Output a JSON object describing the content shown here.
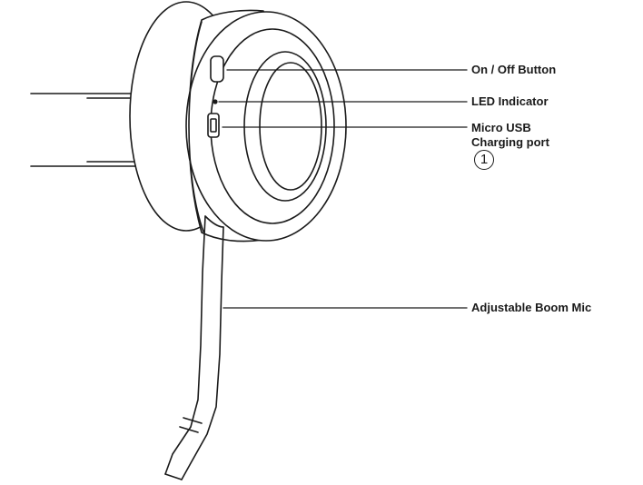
{
  "labels": {
    "on_off_button": "On / Off Button",
    "led_indicator": "LED Indicator",
    "micro_usb_line1": "Micro USB",
    "micro_usb_line2": "Charging port",
    "boom_mic": "Adjustable Boom Mic"
  },
  "callout_number": "1",
  "colors": {
    "line": "#1a1a1a",
    "background": "#ffffff"
  }
}
